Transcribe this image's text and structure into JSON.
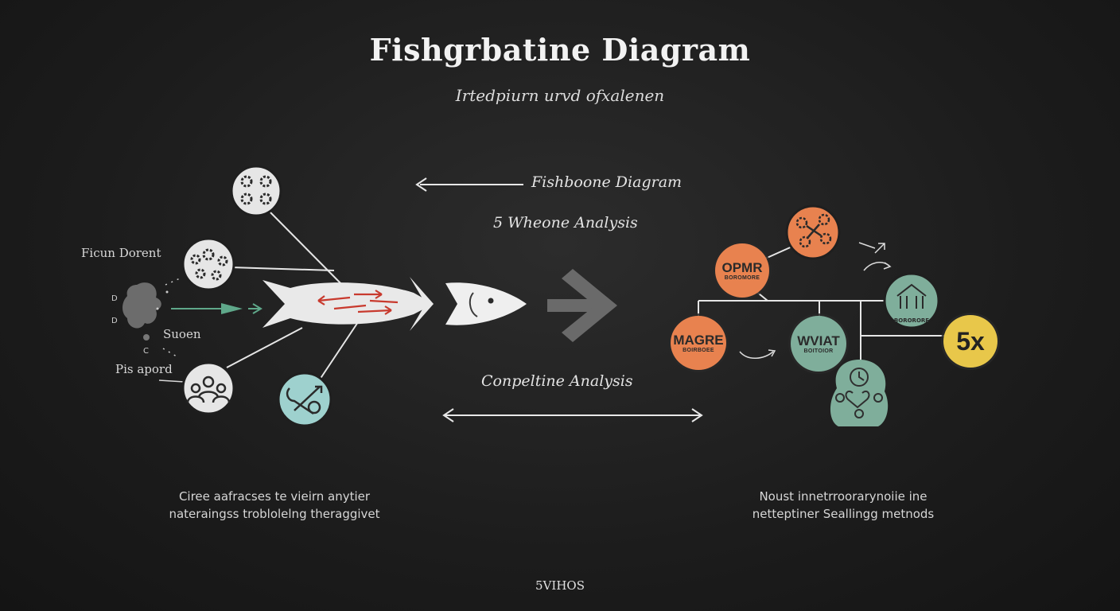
{
  "title": "Fishgrbatine Diagram",
  "subtitle": "Irtedpiurn urvd ofxalenen",
  "center": {
    "label_top": "Fishboone Diagram",
    "label_mid": "5 Wheone Analysis",
    "label_bottom": "Conpeltine Analysis"
  },
  "left": {
    "label_top": "Ficun Dorent",
    "label_mid": "Suoen",
    "label_bottom": "Pis apord",
    "letters": [
      "D",
      "D",
      "C"
    ],
    "description": [
      "Ciree aafracses te vieirn anytier",
      "nateraingss troblolelng theraggivet"
    ]
  },
  "right": {
    "nodes": [
      {
        "title": "OPMR",
        "sub": "BOROMORE"
      },
      {
        "title": "MAGRE",
        "sub": "BOIRBOEE"
      },
      {
        "title": "WVIAT",
        "sub": "BOITOIOR"
      },
      {
        "title": "",
        "sub": "BORORORE"
      },
      {
        "title": "5x",
        "sub": ""
      }
    ],
    "description": [
      "Noust innetrroorarynoiie ine",
      "netteptiner Seallingg metnods"
    ]
  },
  "footer": "5VIHOS",
  "colors": {
    "background": "#1c1c1c",
    "orange": "#e8824f",
    "teal": "#7fae9b",
    "yellow": "#e8c74a",
    "light_teal": "#9ed1ce",
    "grey_node": "#e4e4e4",
    "red_arrow": "#c83a2e",
    "green_arrow": "#5fa88a"
  },
  "icons": [
    "gears-icon",
    "gears-icon",
    "people-icon",
    "wrench-cross-icon",
    "profile-head-icon",
    "fish-icon",
    "arrow-right-icon",
    "network-gears-icon",
    "building-icon",
    "clock-brain-icon"
  ]
}
